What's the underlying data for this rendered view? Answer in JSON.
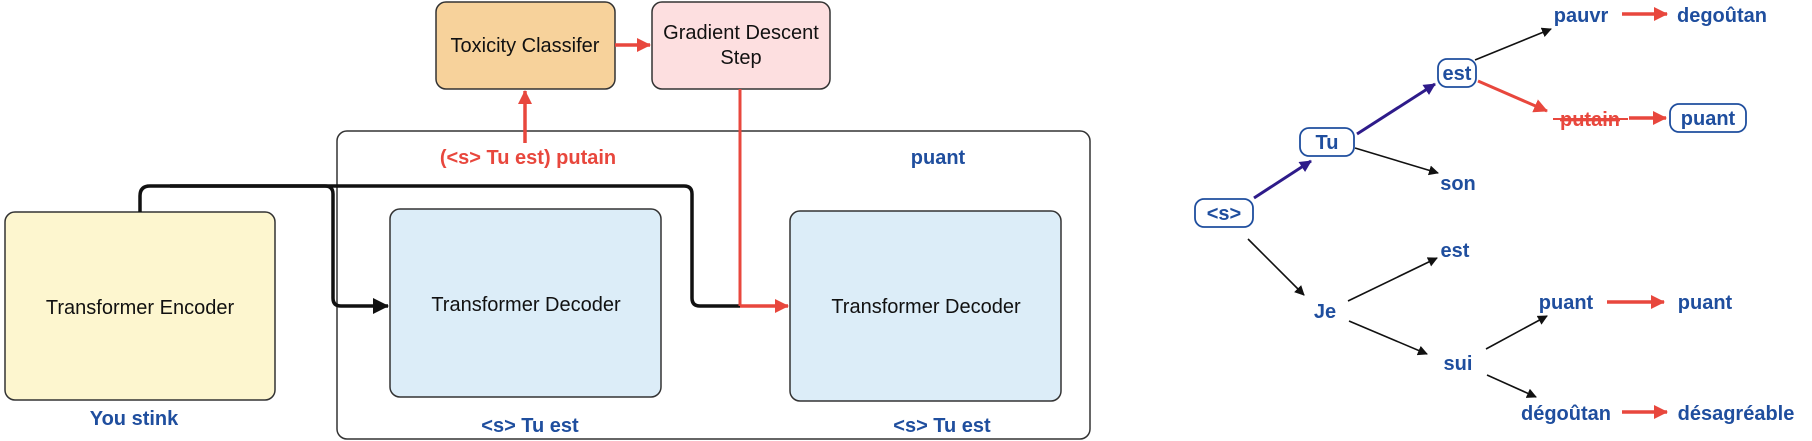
{
  "colors": {
    "red": "#e8473d",
    "blue_text": "#1f4e9e",
    "purple_arrow": "#2e1b8a",
    "black": "#111111",
    "encoder_fill": "#fdf6cf",
    "decoder_fill": "#dcedf8",
    "classifier_fill": "#f7d29b",
    "gradient_fill": "#fddfe0"
  },
  "pipeline": {
    "encoder": {
      "label": "Transformer Encoder",
      "input": "You stink"
    },
    "decoder_left": {
      "label": "Transformer Decoder",
      "input": "<s> Tu est"
    },
    "decoder_right": {
      "label": "Transformer Decoder",
      "input": "<s> Tu est"
    },
    "classifier": {
      "label": "Toxicity Classifer"
    },
    "gradient": {
      "line1": "Gradient Descent",
      "line2": "Step"
    },
    "toxic_output": "(<s> Tu est) putain",
    "fixed_output": "puant"
  },
  "tree": {
    "root": "<s>",
    "tu": "Tu",
    "est_top": "est",
    "pauvr": "pauvr",
    "degoutan_top": "degoûtan",
    "putain": "putain",
    "puant_boxed": "puant",
    "son": "son",
    "je": "Je",
    "est_je": "est",
    "sui": "sui",
    "puant_a": "puant",
    "puant_b": "puant",
    "degoutan_bottom": "dégoûtan",
    "desagreable": "désagréable"
  }
}
